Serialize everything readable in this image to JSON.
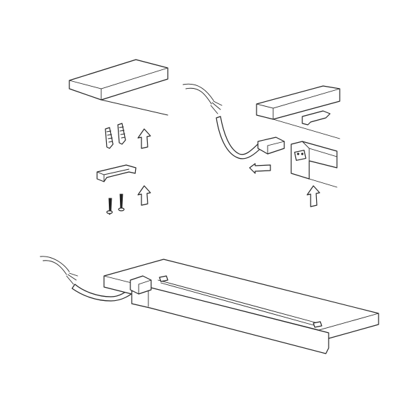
{
  "diagram": {
    "steps": [
      {
        "id": "wall-mount",
        "label": ""
      },
      {
        "id": "connect-cable",
        "label": ""
      },
      {
        "id": "installed",
        "label": ""
      }
    ],
    "colors": {
      "line": "#222222",
      "background": "#ffffff"
    },
    "icons": [
      "shelf",
      "wall-plug",
      "mounting-clip",
      "screw",
      "up-arrow",
      "left-arrow",
      "power-cable",
      "connector",
      "light-bar"
    ]
  }
}
